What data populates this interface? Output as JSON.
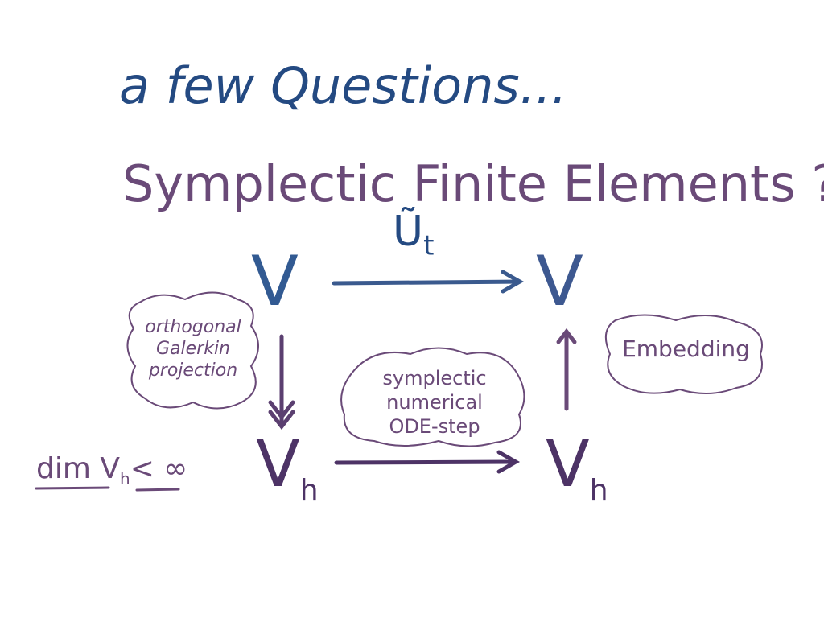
{
  "title": "a few Questions...",
  "subtitle": "Symplectic Finite Elements ?",
  "diagram": {
    "top_left": "V",
    "top_right": "V",
    "top_arrow_label": {
      "base": "Ũ",
      "sub": "t"
    },
    "bottom_left": {
      "base": "V",
      "sub": "h"
    },
    "bottom_right": {
      "base": "V",
      "sub": "h"
    },
    "left_cloud": [
      "orthogonal",
      "Galerkin",
      "projection"
    ],
    "middle_cloud": [
      "symplectic",
      "numerical",
      "ODE-step"
    ],
    "right_cloud": [
      "Embedding"
    ],
    "dimension_note": {
      "prefix": "dim V",
      "sub": "h",
      "suffix": "< ∞"
    }
  },
  "colors": {
    "blue": "#244a82",
    "purple": "#6a4a78",
    "dark_purple": "#4d3366"
  }
}
